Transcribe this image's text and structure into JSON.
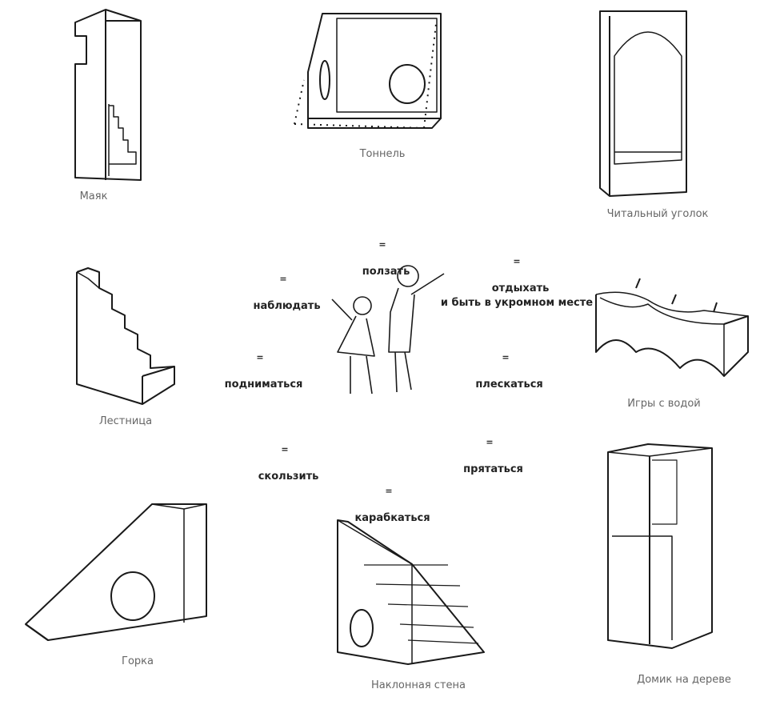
{
  "items": {
    "lighthouse": "Маяк",
    "tunnel": "Тоннель",
    "reading_corner": "Читальный уголок",
    "stairs": "Лестница",
    "water_play": "Игры с водой",
    "slide": "Горка",
    "inclined_wall": "Наклонная стена",
    "treehouse": "Домик на дереве"
  },
  "actions": {
    "eq": "=",
    "crawl": "ползать",
    "observe": "наблюдать",
    "rest": "отдыхать\nи быть в укромном месте",
    "climb_up": "подниматься",
    "splash": "плескаться",
    "slide_down": "скользить",
    "hide": "прятаться",
    "scramble": "карабкаться"
  }
}
